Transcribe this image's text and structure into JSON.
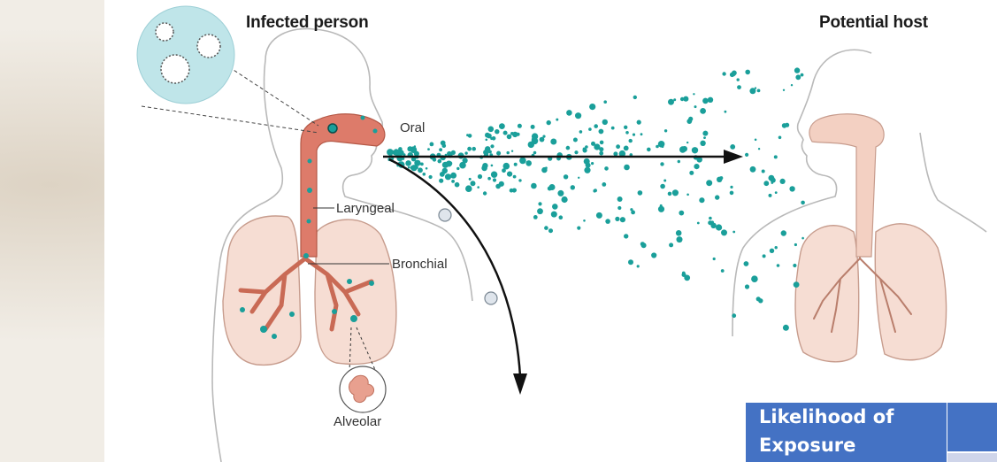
{
  "diagram": {
    "left_title": "Infected person",
    "right_title": "Potential host",
    "labels": {
      "oral": "Oral",
      "laryngeal": "Laryngeal",
      "bronchial": "Bronchial",
      "alveolar": "Alveolar"
    }
  },
  "table": {
    "header_text": "Likelihood of Exposure"
  },
  "colors": {
    "droplet": "#1a9f9a",
    "large_droplet": "#d6dde4",
    "airway": "#dd7b6a",
    "lung": "#f6ddd3",
    "table_header": "#4472c4",
    "table_row": "#cfd5ea"
  }
}
